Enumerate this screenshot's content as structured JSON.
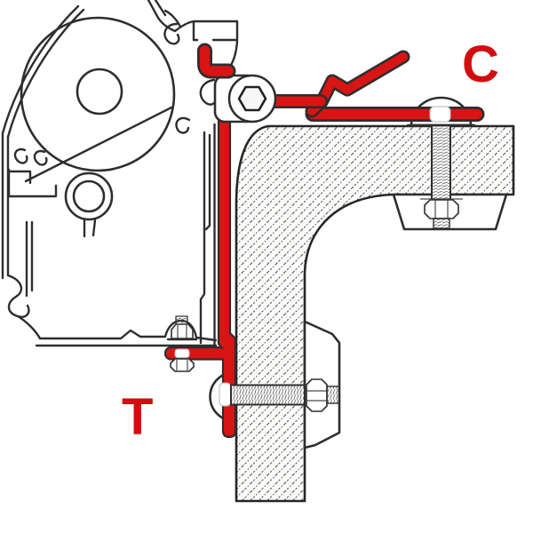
{
  "figure": {
    "kind": "technical cross-section diagram",
    "subject": "awning wall-adapter bracket mounted between awning case rail and vehicle wall"
  },
  "labels": {
    "c": "C",
    "t": "T"
  },
  "colors": {
    "paper": "#ffffff",
    "ink": "#2e2e2e",
    "accent_red": "#d81414",
    "label_red": "#d20d10",
    "hatch_line": "#4a4a4a",
    "hatch_fill": "#fbfbfa"
  }
}
